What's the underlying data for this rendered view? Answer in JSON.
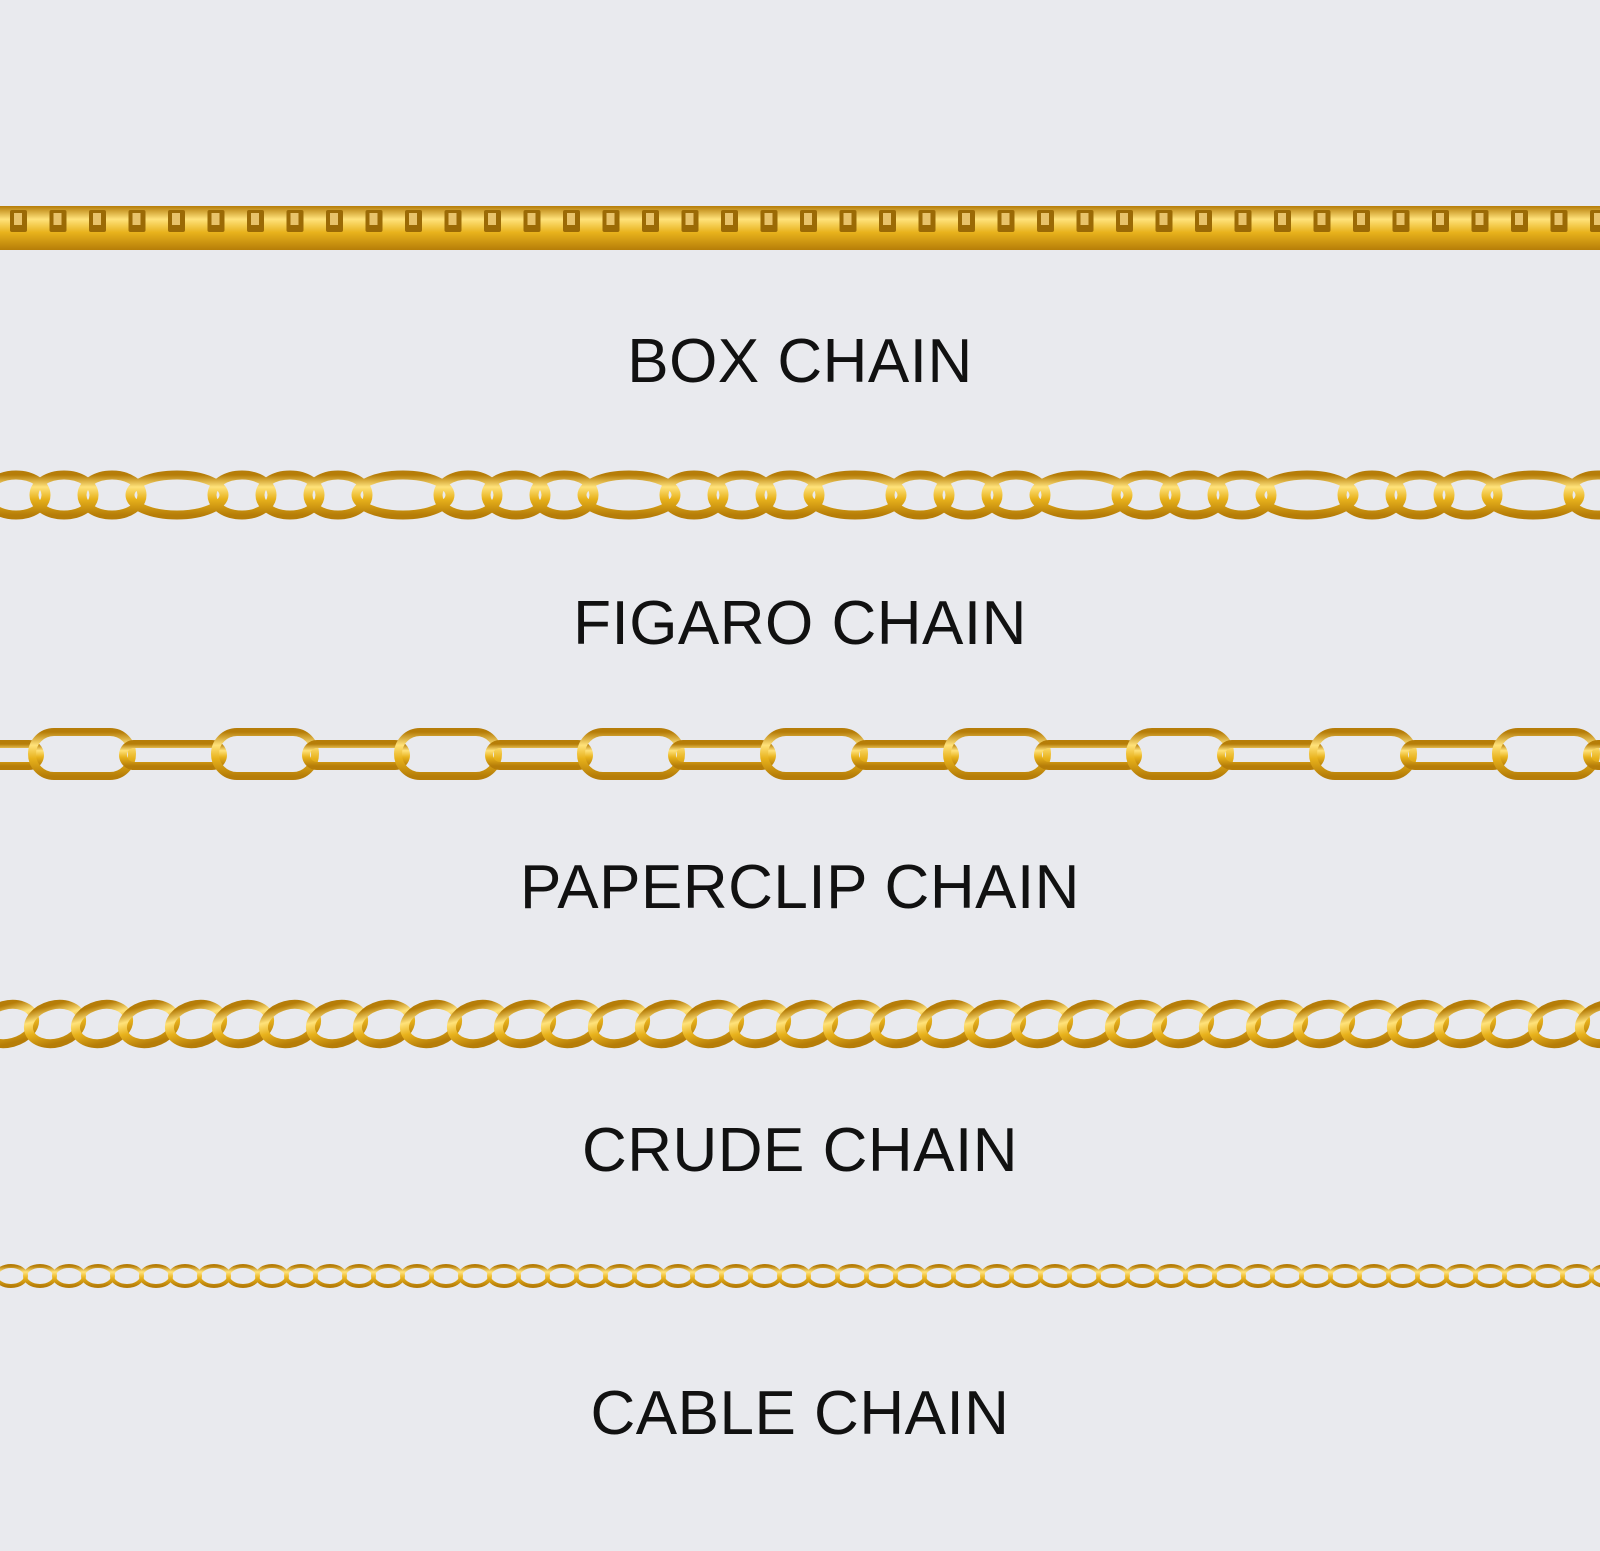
{
  "chains": [
    {
      "label": "BOX CHAIN",
      "style": "box"
    },
    {
      "label": "FIGARO CHAIN",
      "style": "figaro"
    },
    {
      "label": "PAPERCLIP CHAIN",
      "style": "paperclip"
    },
    {
      "label": "CRUDE CHAIN",
      "style": "crude"
    },
    {
      "label": "CABLE CHAIN",
      "style": "cable"
    }
  ],
  "colors": {
    "background": "#e9eaee",
    "gold": "#e8b21c",
    "gold_light": "#ffe27a",
    "gold_dark": "#b67d08",
    "text": "#111111"
  }
}
